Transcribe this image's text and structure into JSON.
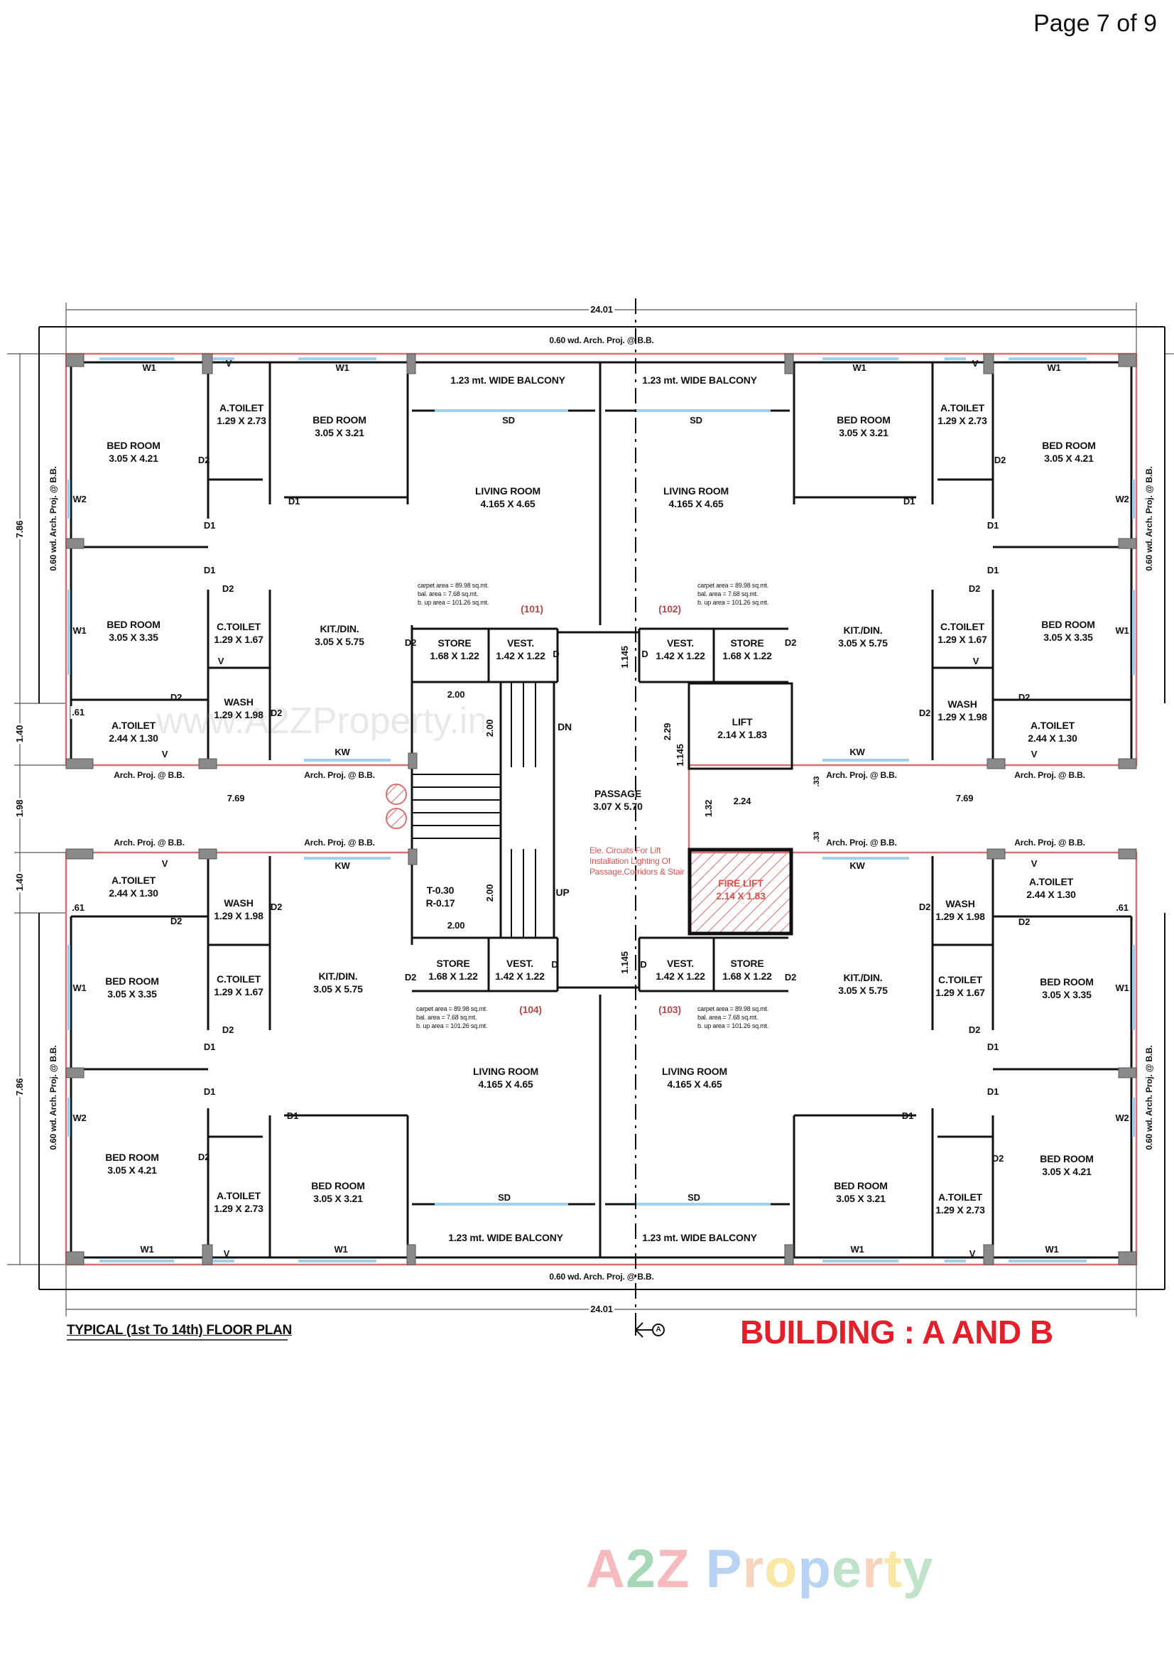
{
  "page": {
    "indicator": "Page 7 of 9"
  },
  "titles": {
    "plan_title": "TYPICAL (1st To 14th) FLOOR PLAN",
    "building_title": "BUILDING : A AND B",
    "section_marker": "A"
  },
  "dimensions": {
    "overall_width_top": "24.01",
    "overall_width_bottom": "24.01",
    "left_upper_height": "7.86",
    "left_lower_height": "7.86",
    "left_mid_1": "1.40",
    "left_mid_2": "1.98",
    "left_mid_3": "1.40",
    "offset_61": ".61",
    "half_width": "7.69",
    "stair_width": "2.00",
    "stair_run": "2.00",
    "lobby_1145": "1.145",
    "lift_229": "2.29",
    "lift_1145": "1.145",
    "lobby_132": "1.32",
    "lobby_224": "2.24",
    "proj_33": ".33"
  },
  "projections": {
    "top": "0.60 wd. Arch. Proj. @ B.B.",
    "bottom": "0.60 wd. Arch. Proj. @ B.B.",
    "side": "0.60 wd. Arch. Proj. @ B.B.",
    "small": "Arch. Proj. @ B.B."
  },
  "units": [
    {
      "id": "(101)",
      "areas": {
        "carpet": "carpet area =   89.98 sq.mt.",
        "balcony": "bal. area    =    7.68 sq.mt.",
        "builtup": "b. up area  = 101.26 sq.mt."
      }
    },
    {
      "id": "(102)",
      "areas": {
        "carpet": "carpet area =   89.98 sq.mt.",
        "balcony": "bal. area    =    7.68 sq.mt.",
        "builtup": "b. up area  = 101.26 sq.mt."
      }
    },
    {
      "id": "(103)",
      "areas": {
        "carpet": "carpet area =   89.98 sq.mt.",
        "balcony": "bal. area    =    7.68 sq.mt.",
        "builtup": "b. up area  = 101.26 sq.mt."
      }
    },
    {
      "id": "(104)",
      "areas": {
        "carpet": "carpet area =   89.98 sq.mt.",
        "balcony": "bal. area    =    7.68 sq.mt.",
        "builtup": "b. up area  = 101.26 sq.mt."
      }
    }
  ],
  "rooms": {
    "bed_large": {
      "name": "BED ROOM",
      "size": "3.05 X 4.21"
    },
    "bed_mid": {
      "name": "BED ROOM",
      "size": "3.05 X 3.21"
    },
    "bed_small": {
      "name": "BED ROOM",
      "size": "3.05 X 3.35"
    },
    "atoilet_a": {
      "name": "A.TOILET",
      "size": "1.29 X 2.73"
    },
    "atoilet_b": {
      "name": "A.TOILET",
      "size": "2.44 X 1.30"
    },
    "ctoilet": {
      "name": "C.TOILET",
      "size": "1.29 X 1.67"
    },
    "wash": {
      "name": "WASH",
      "size": "1.29 X 1.98"
    },
    "kitchen": {
      "name": "KIT./DIN.",
      "size": "3.05 X 5.75"
    },
    "living": {
      "name": "LIVING ROOM",
      "size": "4.165 X 4.65"
    },
    "balcony": {
      "name": "1.23 mt. WIDE BALCONY"
    },
    "store": {
      "name": "STORE",
      "size": "1.68 X 1.22"
    },
    "vest": {
      "name": "VEST.",
      "size": "1.42 X 1.22"
    },
    "passage": {
      "name": "PASSAGE",
      "size": "3.07 X 5.70"
    },
    "lift": {
      "name": "LIFT",
      "size": "2.14 X 1.83"
    },
    "fire_lift": {
      "name": "FIRE LIFT",
      "size": "2.14 X 1.83"
    },
    "stair_spec": {
      "tread": "T-0.30",
      "riser": "R-0.17"
    }
  },
  "openings": {
    "w1": "W1",
    "w2": "W2",
    "v": "V",
    "d1": "D1",
    "d2": "D2",
    "d": "D",
    "sd": "SD",
    "kw": "KW",
    "dn": "DN",
    "up": "UP"
  },
  "notes": {
    "lift_circuit_1": "Ele. Circuits For Lift",
    "lift_circuit_2": "Installation Lighting Of",
    "lift_circuit_3": "Passage,Corridors & Stair"
  },
  "watermarks": {
    "url": "www.A2ZProperty.in",
    "logo": [
      "A",
      "2",
      "Z",
      " ",
      "P",
      "r",
      "o",
      "p",
      "e",
      "r",
      "t",
      "y"
    ],
    "logo_colors": [
      "#f6b9bd",
      "#a6d8b8",
      "#f6b9bd",
      "#fff",
      "#b9d3f5",
      "#f8d3bd",
      "#f9e7a6",
      "#b9d3f5",
      "#bfe3c8",
      "#f8d3bd",
      "#f9e7a6",
      "#bfe3c8"
    ]
  },
  "colors": {
    "wall": "#111111",
    "column": "#8a8a8a",
    "glazing": "#9fd0ea",
    "red_line": "#d97070",
    "brand_red": "#e3202a"
  }
}
